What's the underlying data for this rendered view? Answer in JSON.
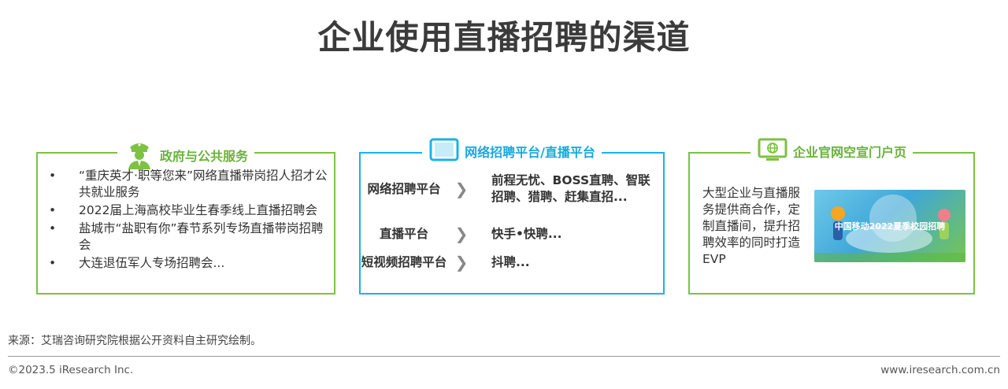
{
  "title": "企业使用直播招聘的渠道",
  "colors": {
    "green": "#7dc242",
    "blue": "#1ab3e6"
  },
  "panels": {
    "gov": {
      "icon": "officer-icon",
      "heading": "政府与公共服务",
      "items": [
        "“重庆英才·职等您来”网络直播带岗招人招才公共就业服务",
        "2022届上海高校毕业生春季线上直播招聘会",
        "盐城市“盐职有你”春节系列专场直播带岗招聘会",
        "大连退伍军人专场招聘会..."
      ]
    },
    "platform": {
      "icon": "tablet-icon",
      "heading": "网络招聘平台/直播平台",
      "rows": [
        {
          "label": "网络招聘平台",
          "value": "前程无忧、BOSS直聘、智联招聘、猎聘、赶集直招..."
        },
        {
          "label": "直播平台",
          "value": "快手•快聘..."
        },
        {
          "label": "短视频招聘平台",
          "value": "抖聘..."
        }
      ]
    },
    "enterprise": {
      "icon": "website-icon",
      "heading": "企业官网空宣门户页",
      "desc": "大型企业与直播服务提供商合作，定制直播间，提升招聘效率的同时打造EVP",
      "poster_text": "中国移动2022夏季校园招聘"
    }
  },
  "footer": {
    "source": "来源：艾瑞咨询研究院根据公开资料自主研究绘制。",
    "copyright": "©2023.5 iResearch Inc.",
    "site": "www.iresearch.com.cn"
  }
}
